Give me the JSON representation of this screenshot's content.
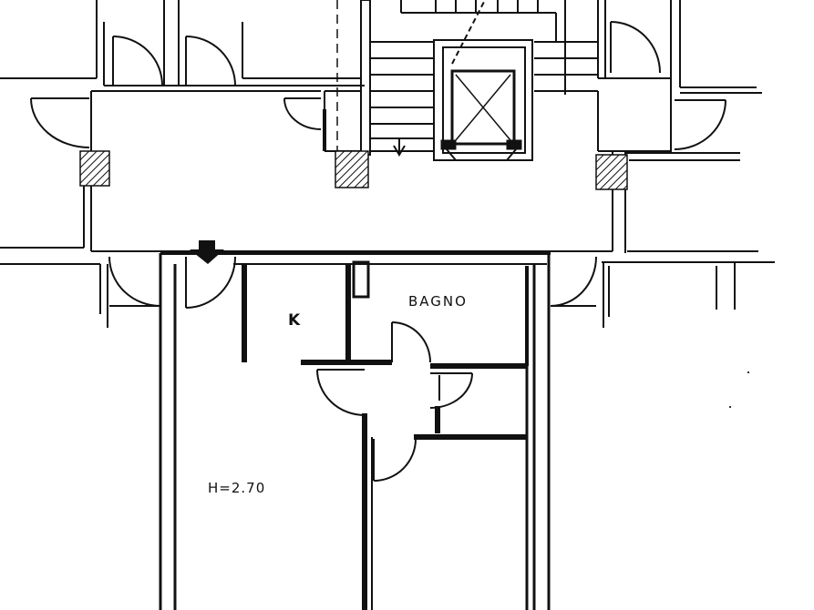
{
  "plan": {
    "labels": {
      "kitchen": "K",
      "bathroom": "BAGNO",
      "ceiling_height": "H=2.70"
    }
  },
  "colors": {
    "ink": "#111111",
    "paper": "#ffffff",
    "hatch": "#111111"
  }
}
